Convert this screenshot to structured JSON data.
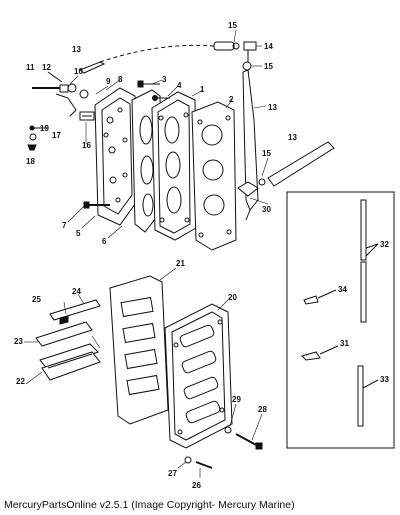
{
  "caption": "MercuryPartsOnline v2.5.1 (Image Copyright- Mercury Marine)",
  "callouts": {
    "c1": "1",
    "c2": "2",
    "c3": "3",
    "c4": "4",
    "c5": "5",
    "c6": "6",
    "c7": "7",
    "c8": "8",
    "c9": "9",
    "c10": "10",
    "c11": "11",
    "c12": "12",
    "c13a": "13",
    "c13b": "13",
    "c13c": "13",
    "c14": "14",
    "c15a": "15",
    "c15b": "15",
    "c15c": "15",
    "c16": "16",
    "c17": "17",
    "c18": "18",
    "c19": "19",
    "c20": "20",
    "c21": "21",
    "c22": "22",
    "c23": "23",
    "c24": "24",
    "c25": "25",
    "c26": "26",
    "c27": "27",
    "c28": "28",
    "c29": "29",
    "c30": "30",
    "c31": "31",
    "c32": "32",
    "c33": "33",
    "c34": "34"
  }
}
